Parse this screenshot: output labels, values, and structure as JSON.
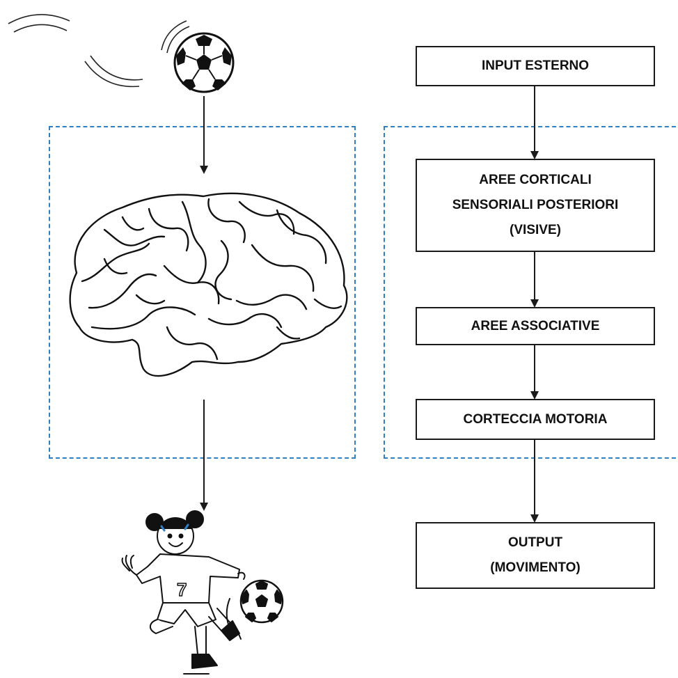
{
  "flowchart": {
    "input": "INPUT ESTERNO",
    "sensory": [
      "AREE CORTICALI",
      "SENSORIALI POSTERIORI",
      "(VISIVE)"
    ],
    "associative": "AREE ASSOCIATIVE",
    "motor": "CORTECCIA MOTORIA",
    "output": [
      "OUTPUT",
      "(MOVIMENTO)"
    ]
  },
  "illustrations": {
    "ball": "soccer-ball-icon",
    "brain": "brain-icon",
    "child": "child-kicking-ball-icon"
  },
  "colors": {
    "dashed_border": "#2f7fc1",
    "line": "#1a1a1a"
  }
}
